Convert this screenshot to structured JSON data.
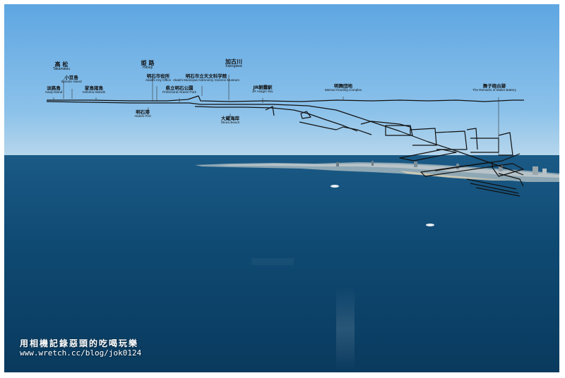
{
  "photo": {
    "sky_color": "#7bb8e6",
    "sea_color": "#0f4a73",
    "landmarks": [
      {
        "jp": "高 松",
        "en": "Takamatsu",
        "big": true
      },
      {
        "jp": "小豆島",
        "en": "Syondo Island",
        "big": false
      },
      {
        "jp": "淡路島",
        "en": "Awaji Island",
        "big": false
      },
      {
        "jp": "家島諸島",
        "en": "Ieshima Islands",
        "big": false
      },
      {
        "jp": "姫 路",
        "en": "Himeji",
        "big": true
      },
      {
        "jp": "明石市役所",
        "en": "Akashi City Office",
        "big": false
      },
      {
        "jp": "明石市立天文科学館",
        "en": "Akashi Municipal Astronomy Science Museum",
        "big": false
      },
      {
        "jp": "県立明石公園",
        "en": "Prefectural Akashi Park",
        "big": false
      },
      {
        "jp": "加古川",
        "en": "Kakogawa",
        "big": true
      },
      {
        "jp": "JR朝霧駅",
        "en": "JR Asagiri Sta.",
        "big": false
      },
      {
        "jp": "明舞団地",
        "en": "Meimai Housing Complex",
        "big": false
      },
      {
        "jp": "舞子砲台跡",
        "en": "The Remains of Maiko Battery",
        "big": false
      },
      {
        "jp": "明石港",
        "en": "Akashi Port",
        "big": false
      },
      {
        "jp": "大蔵海岸",
        "en": "Okura Beach",
        "big": false
      }
    ]
  },
  "watermark": {
    "line1": "用相機記錄惡頭的吃喝玩樂",
    "line2": "www.wretch.cc/blog/jok0124"
  }
}
